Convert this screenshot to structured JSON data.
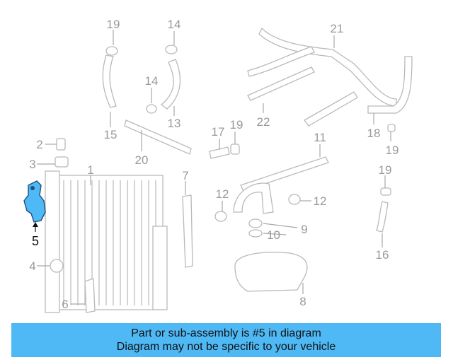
{
  "diagram": {
    "callouts": [
      "19",
      "14",
      "21",
      "14",
      "13",
      "22",
      "15",
      "20",
      "17",
      "19",
      "11",
      "18",
      "19",
      "2",
      "3",
      "1",
      "7",
      "19",
      "12",
      "12",
      "9",
      "10",
      "16",
      "4",
      "6",
      "8"
    ],
    "highlighted_callout": "5"
  },
  "banner": {
    "line1": "Part or sub-assembly is #5 in diagram",
    "line2": "Diagram may not be specific to your vehicle",
    "color": "#4fb9f5"
  },
  "colors": {
    "highlight_part": "#4fb9f5",
    "parts_outline": "#b9b9b9"
  }
}
